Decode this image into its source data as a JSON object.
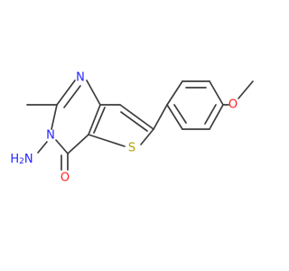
{
  "atoms": {
    "n1": {
      "symbol": "N",
      "color": "#2424ff"
    },
    "n3": {
      "symbol": "N",
      "color": "#2424ff"
    },
    "nh2": {
      "symbol": "H2N",
      "color": "#2424ff"
    },
    "s": {
      "symbol": "S",
      "color": "#b5a000"
    },
    "o_carbonyl": {
      "symbol": "O",
      "color": "#ff2020"
    },
    "o_ether": {
      "symbol": "O",
      "color": "#ff2020"
    }
  }
}
